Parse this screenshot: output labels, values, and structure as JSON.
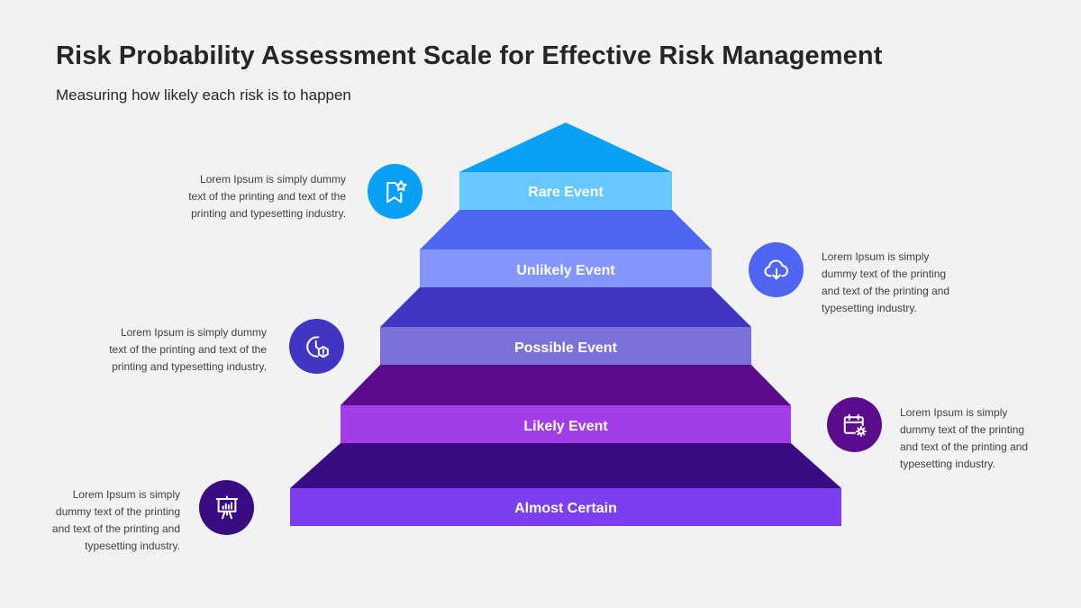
{
  "header": {
    "title": "Risk Probability Assessment Scale for Effective Risk Management",
    "subtitle": "Measuring how likely each risk is to happen"
  },
  "levels": [
    {
      "label": "Rare Event",
      "face_color": "#66c8ff",
      "top_color": "#0aa0f5",
      "icon": "bookmark-star-icon",
      "icon_color": "#0aa0f5",
      "side": "left",
      "description": "Lorem Ipsum is simply dummy text of the printing and text of the printing and typesetting industry."
    },
    {
      "label": "Unlikely Event",
      "face_color": "#8396ff",
      "top_color": "#4e66f2",
      "icon": "cloud-download-icon",
      "icon_color": "#4e66f2",
      "side": "right",
      "description": "Lorem Ipsum is simply dummy text of the printing and text of the printing and typesetting industry."
    },
    {
      "label": "Possible Event",
      "face_color": "#7b72d9",
      "top_color": "#3f36c4",
      "icon": "clock-alert-icon",
      "icon_color": "#3f36c4",
      "side": "left",
      "description": "Lorem Ipsum is simply dummy text of the printing and text of the printing and typesetting industry."
    },
    {
      "label": "Likely Event",
      "face_color": "#a23de8",
      "top_color": "#5a0c8c",
      "icon": "calendar-gear-icon",
      "icon_color": "#5a0c8c",
      "side": "right",
      "description": "Lorem Ipsum is simply dummy text of the printing and text of the printing and typesetting industry."
    },
    {
      "label": "Almost Certain",
      "face_color": "#7b3fef",
      "top_color": "#3a0c84",
      "icon": "presentation-board-icon",
      "icon_color": "#3a0c84",
      "side": "left",
      "description": "Lorem Ipsum is simply dummy text of the printing and text of the printing and typesetting industry."
    }
  ]
}
